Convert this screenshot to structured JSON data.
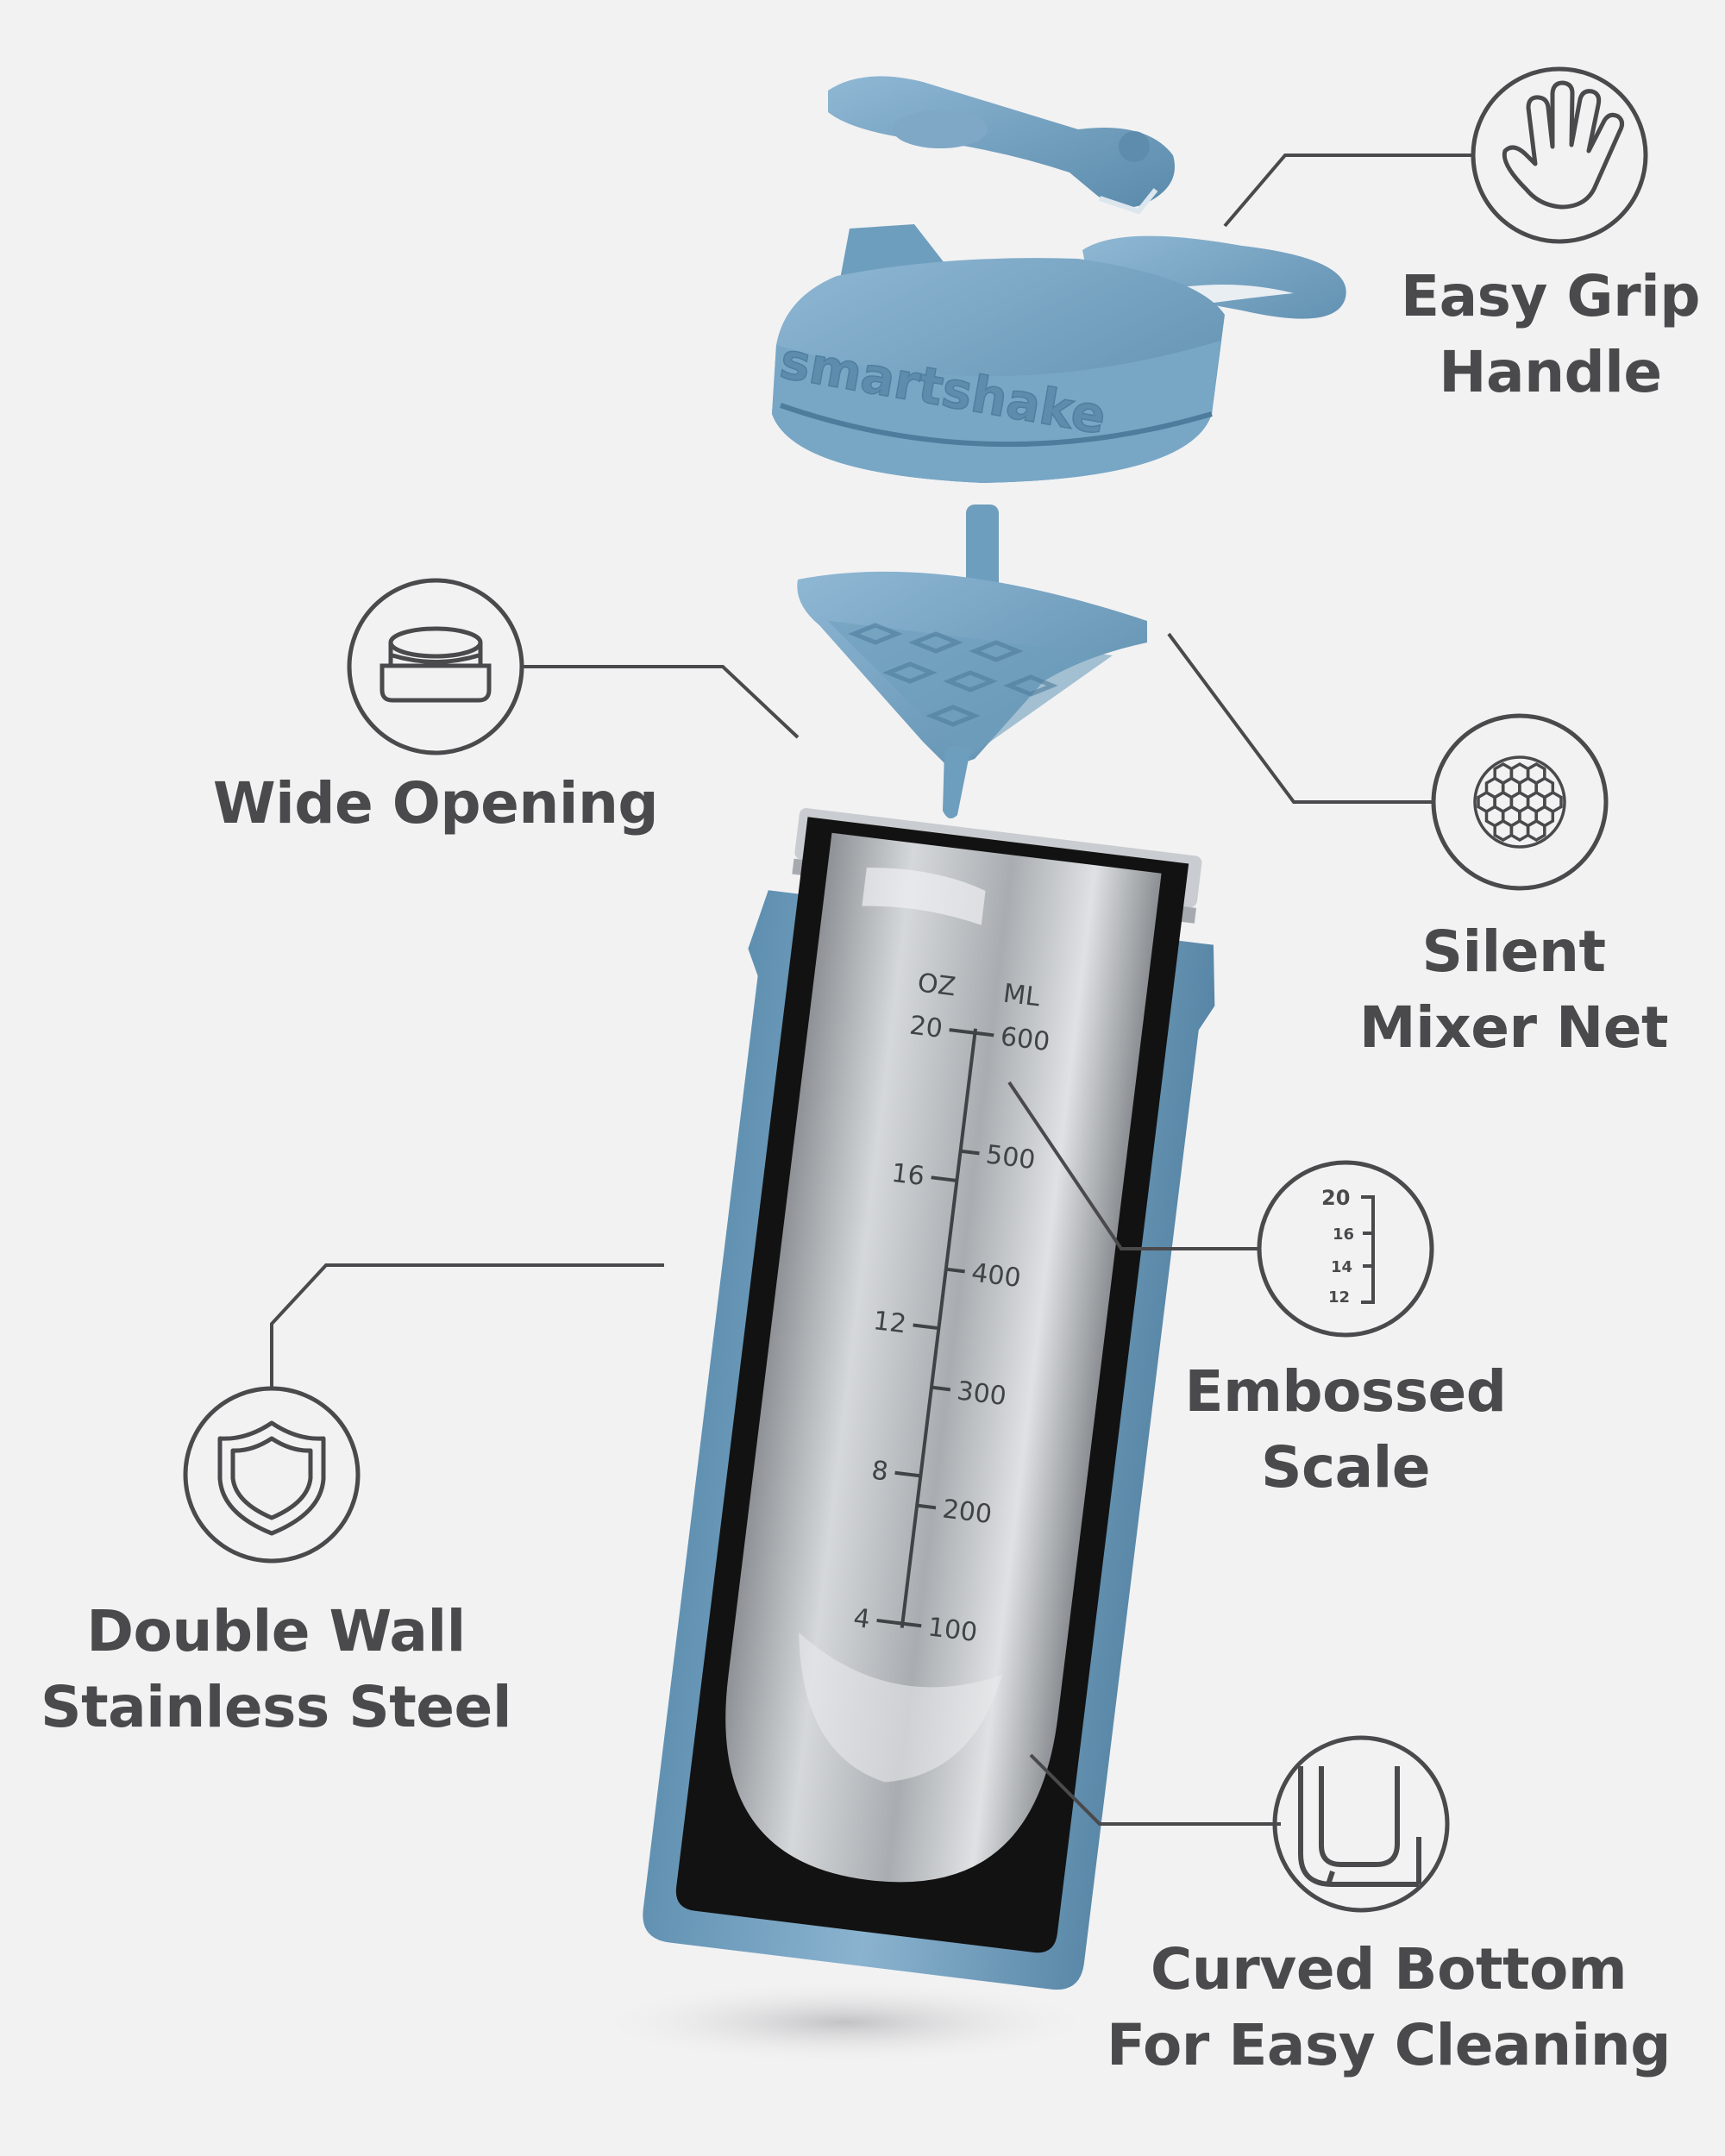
{
  "features": {
    "easy_grip": {
      "line1": "Easy Grip",
      "line2": "Handle",
      "icon": "hand-icon"
    },
    "wide_opening": {
      "line1": "Wide Opening",
      "icon": "jar-opening-icon"
    },
    "silent_mixer": {
      "line1": "Silent",
      "line2": "Mixer Net",
      "icon": "mixer-net-icon"
    },
    "embossed_scale": {
      "line1": "Embossed",
      "line2": "Scale",
      "icon": "scale-icon",
      "icon_marks": [
        "20",
        "16",
        "14",
        "12"
      ]
    },
    "double_wall": {
      "line1": "Double Wall",
      "line2": "Stainless Steel",
      "icon": "shield-icon"
    },
    "curved_bottom": {
      "line1": "Curved Bottom",
      "line2": "For Easy Cleaning",
      "icon": "curved-bottom-icon"
    }
  },
  "product": {
    "brand": "smartshake",
    "scale": {
      "oz_header": "OZ",
      "ml_header": "ML",
      "oz_marks": [
        "20",
        "16",
        "12",
        "8",
        "4"
      ],
      "ml_marks": [
        "600",
        "500",
        "400",
        "300",
        "200",
        "100"
      ]
    }
  },
  "colors": {
    "background": "#f2f2f3",
    "accent_blue": "#6e9ebd",
    "text": "#4a4a4c",
    "steel": "#c9ccd0"
  }
}
